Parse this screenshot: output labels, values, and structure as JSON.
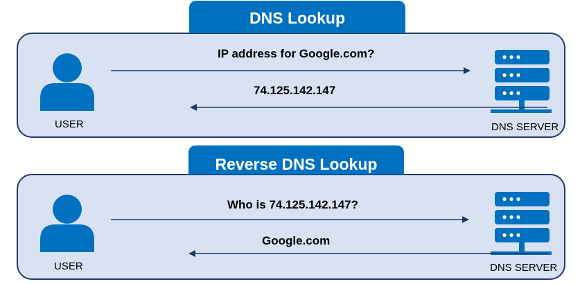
{
  "colors": {
    "panel_fill": "#d9e2f3",
    "panel_border": "#1f3864",
    "accent_blue": "#0070c0",
    "arrow": "#1f3864"
  },
  "forward": {
    "title": "DNS Lookup",
    "user_label": "USER",
    "server_label": "DNS SERVER",
    "request_text": "IP address for Google.com?",
    "response_text": "74.125.142.147"
  },
  "reverse": {
    "title": "Reverse DNS Lookup",
    "user_label": "USER",
    "server_label": "DNS SERVER",
    "request_text": "Who is 74.125.142.147?",
    "response_text": "Google.com"
  },
  "icons": {
    "user": "user-icon",
    "server": "server-icon"
  }
}
